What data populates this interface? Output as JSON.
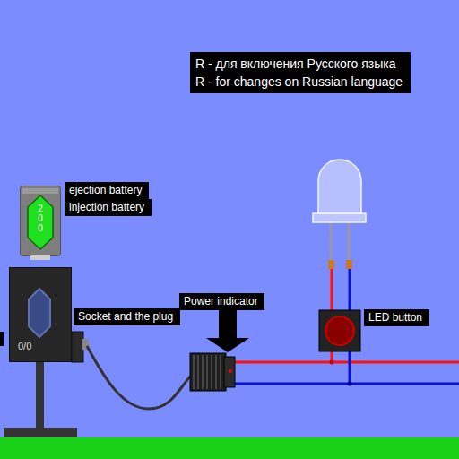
{
  "diagram": {
    "nodes": [
      {
        "text": [
          "R - для включения Русского языка",
          "R - for changes on Russian language"
        ]
      },
      {
        "text": [
          "ejection battery"
        ]
      },
      {
        "text": [
          "200"
        ]
      },
      {
        "text": [
          "injection battery"
        ]
      },
      {
        "text": [
          "0/0"
        ]
      },
      {
        "text": [
          "Socket and the plug"
        ]
      },
      {
        "text": [
          "Power indicator"
        ]
      },
      {
        "text": [
          "LED button"
        ]
      }
    ]
  }
}
